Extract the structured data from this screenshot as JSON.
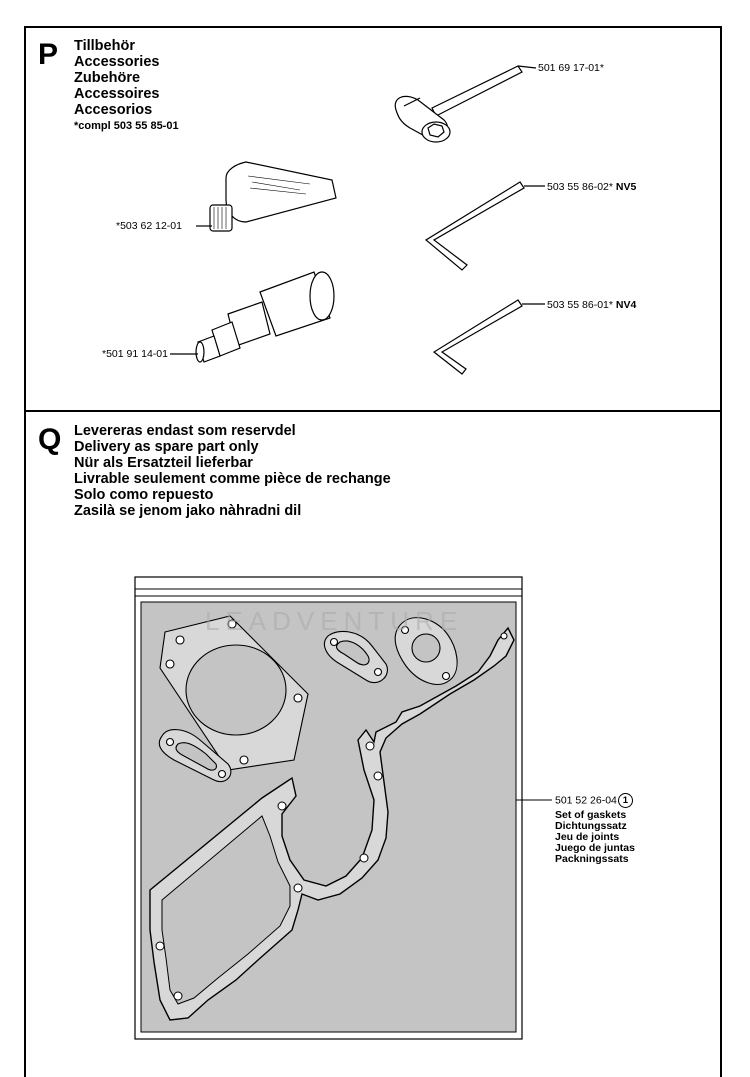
{
  "section_p": {
    "letter": "P",
    "titles": [
      "Tillbehör",
      "Accessories",
      "Zubehöre",
      "Accessoires",
      "Accesorios"
    ],
    "compl_prefix": "*compl",
    "compl_number": "503 55 85-01",
    "parts": [
      {
        "number": "501 69 17-01*",
        "suffix": "",
        "item": "spark-plug-wrench"
      },
      {
        "number": "*503 62 12-01",
        "suffix": "",
        "item": "grease-tube"
      },
      {
        "number": "503 55 86-02*",
        "suffix": "NV5",
        "item": "hex-key-large"
      },
      {
        "number": "503 55 86-01*",
        "suffix": "NV4",
        "item": "hex-key-small"
      },
      {
        "number": "*501 91 14-01",
        "suffix": "",
        "item": "bearing-press-tool"
      }
    ]
  },
  "section_q": {
    "letter": "Q",
    "titles": [
      "Levereras endast som reservdel",
      "Delivery as spare part only",
      "Nür als Ersatzteil lieferbar",
      "Livrable seulement comme pièce de rechange",
      "Solo como repuesto",
      "Zasilà se jenom jako nàhradni dil"
    ],
    "kit": {
      "number": "501 52 26-04",
      "ref": "1",
      "descriptions": [
        "Set of gaskets",
        "Dichtungssatz",
        "Jeu de joints",
        "Juego de juntas",
        "Packningssats"
      ]
    },
    "watermark": "LEADVENTURE"
  },
  "colors": {
    "line": "#000000",
    "gasket_bg": "#c4c4c4",
    "gasket_fill": "#d8d8d8",
    "watermark": "#aaaaaa"
  }
}
